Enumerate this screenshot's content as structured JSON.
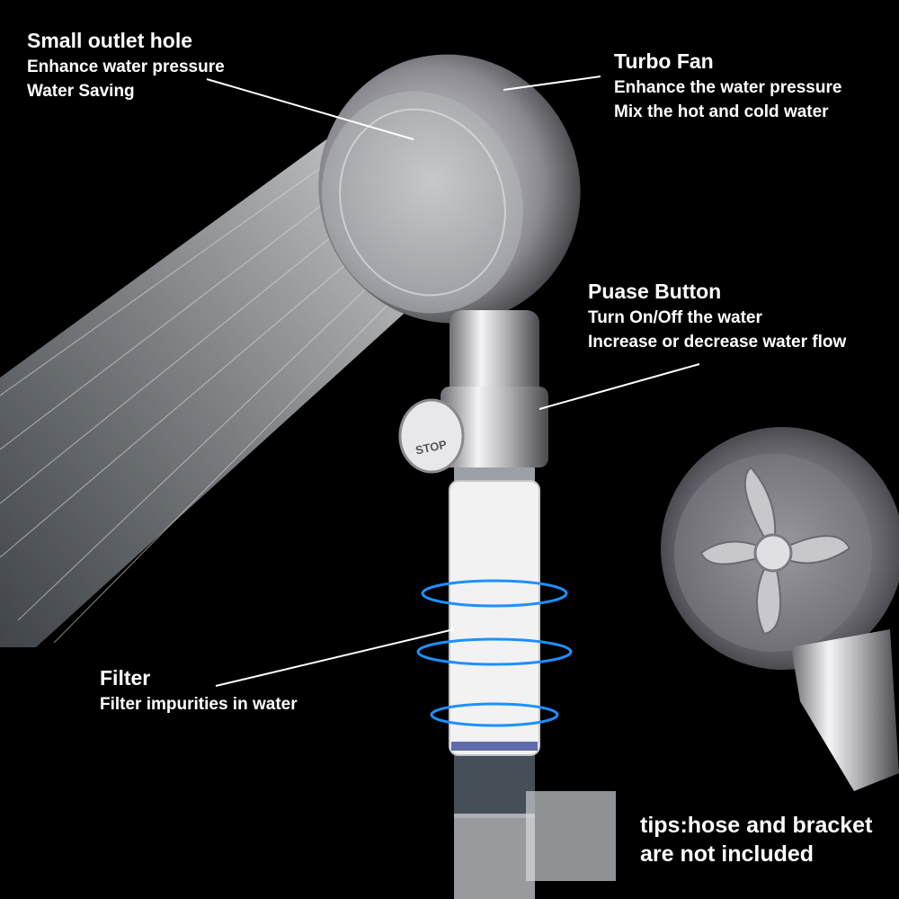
{
  "callouts": {
    "outlet": {
      "title": "Small outlet hole",
      "lines": [
        "Enhance water pressure",
        "Water Saving"
      ]
    },
    "turbo": {
      "title": "Turbo Fan",
      "lines": [
        "Enhance the water pressure",
        "Mix the hot and cold water"
      ]
    },
    "pause": {
      "title": "Puase Button",
      "lines": [
        "Turn On/Off the water",
        "Increase or decrease water flow"
      ]
    },
    "filter": {
      "title": "Filter",
      "lines": [
        "Filter impurities in water"
      ]
    }
  },
  "tips": [
    "tips:hose and bracket",
    "are not included"
  ],
  "product": {
    "button_text": "STOP",
    "colors": {
      "background": "#000000",
      "chrome": "#c8c8cc",
      "filter": "#f2f2f2",
      "ring": "#1e90ff",
      "water": "#e6eef5"
    }
  }
}
